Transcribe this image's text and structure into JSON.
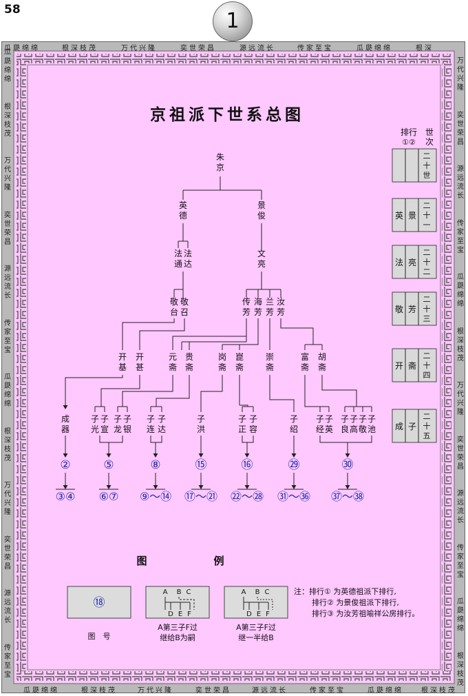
{
  "page_number": "58",
  "badge": "1",
  "title": "京祖派下世系总图",
  "border_phrases": [
    "瓜瓞绵绵",
    "根深枝茂",
    "万代兴隆",
    "奕世荣昌",
    "源远流长",
    "传家至宝"
  ],
  "border_top": [
    "瓜瓞绵绵",
    "根深枝茂",
    "万代兴隆",
    "奕世荣昌",
    "源远流长",
    "传家至宝",
    "瓜瓞绵绵",
    "根深"
  ],
  "border_bottom": [
    "瓜瓞绵绵",
    "根深枝茂",
    "万代兴隆",
    "奕世荣昌",
    "源远流长",
    "传家至宝",
    "瓜瓞绵绵",
    "根深枝茂"
  ],
  "border_left": [
    "瓜瓞绵绵",
    "根深枝茂",
    "万代兴隆",
    "奕世荣昌",
    "源远流长",
    "传家至宝",
    "瓜瓞绵绵",
    "根深枝茂",
    "万代兴隆",
    "奕世荣昌",
    "源远流长",
    "传家至宝"
  ],
  "border_right": [
    "万代兴隆",
    "奕世荣昌",
    "源远流长",
    "传家至宝",
    "瓜瓞绵绵",
    "根深枝茂",
    "万代兴隆",
    "奕世荣昌",
    "源远流长",
    "传家至宝",
    "瓜瓞绵绵",
    "根深枝茂"
  ],
  "gen_header": {
    "rank": "排行",
    "rank_nums": "①②",
    "gen": "世",
    "gen2": "次"
  },
  "generations": [
    {
      "name": "",
      "gen": "二十世"
    },
    {
      "name": "英",
      "name2": "景",
      "gen": "二十一"
    },
    {
      "name": "法",
      "name2": "亮",
      "gen": "二十二"
    },
    {
      "name": "敬",
      "name2": "芳",
      "gen": "二十三"
    },
    {
      "name": "开",
      "name2": "斋",
      "gen": "二十四"
    },
    {
      "name": "成",
      "name2": "子",
      "gen": "二十五"
    }
  ],
  "tree": {
    "root": "朱京",
    "gen21": [
      "英德",
      "景俊"
    ],
    "gen22": [
      "法通",
      "法达",
      "文亮"
    ],
    "gen23": [
      "敬台",
      "敬召",
      "传芳",
      "海芳",
      "兰芳",
      "汝芳"
    ],
    "gen24": [
      "开基",
      "开甚",
      "元斋",
      "贵斋",
      "岗斋",
      "崑斋",
      "崇斋",
      "富斋",
      "胡斋"
    ],
    "gen25": [
      "成器",
      "子光",
      "子宣",
      "子龙",
      "子银",
      "子连",
      "子达",
      "子洪",
      "子正",
      "子容",
      "子绍",
      "子经",
      "子英",
      "子良",
      "子高",
      "子敬",
      "子池"
    ],
    "chart_refs": [
      "②",
      "⑤",
      "⑧",
      "⑮",
      "⑯",
      "㉙",
      "㉚"
    ],
    "chart_ranges": [
      "③④",
      "⑥⑦",
      "⑨～⑭",
      "⑰～㉑",
      "㉒～㉘",
      "㉛～㊱",
      "㊲～㊳"
    ]
  },
  "legend": {
    "title_left": "图",
    "title_right": "例",
    "chart_sample": "⑱",
    "chart_label": "图　号",
    "letters_top": [
      "A",
      "B",
      "C"
    ],
    "letters_bottom": [
      "D",
      "E",
      "F"
    ],
    "adopt_text_1": "A第三子F过",
    "adopt_text_2": "继给B为嗣",
    "half_text_1": "A第三子F过",
    "half_text_2": "继一半给B"
  },
  "notes": [
    "注：排行① 为英德祖派下排行,",
    "排行② 为景俊祖派下排行,",
    "排行③ 为汝芳祖喻祥公房排行。"
  ]
}
